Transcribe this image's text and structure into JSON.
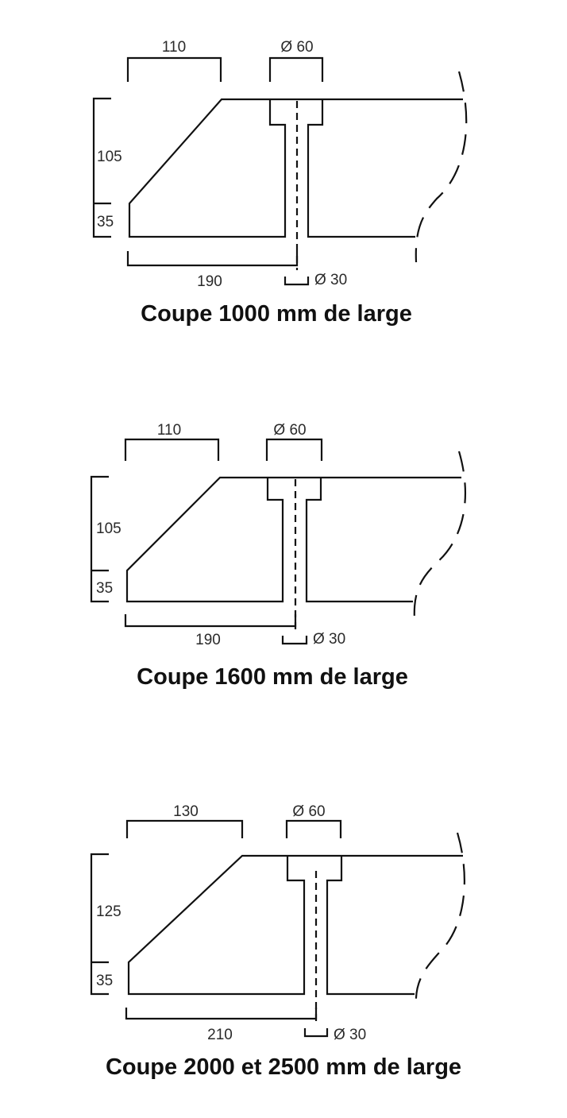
{
  "sections": [
    {
      "top_width": "110",
      "top_diameter": "Ø 60",
      "height_upper": "105",
      "height_lower": "35",
      "bottom_width": "190",
      "bottom_diameter": "Ø 30",
      "caption": "Coupe 1000 mm de large"
    },
    {
      "top_width": "110",
      "top_diameter": "Ø 60",
      "height_upper": "105",
      "height_lower": "35",
      "bottom_width": "190",
      "bottom_diameter": "Ø 30",
      "caption": "Coupe 1600 mm de large"
    },
    {
      "top_width": "130",
      "top_diameter": "Ø 60",
      "height_upper": "125",
      "height_lower": "35",
      "bottom_width": "210",
      "bottom_diameter": "Ø 30",
      "caption": "Coupe 2000 et 2500 mm de large"
    }
  ]
}
